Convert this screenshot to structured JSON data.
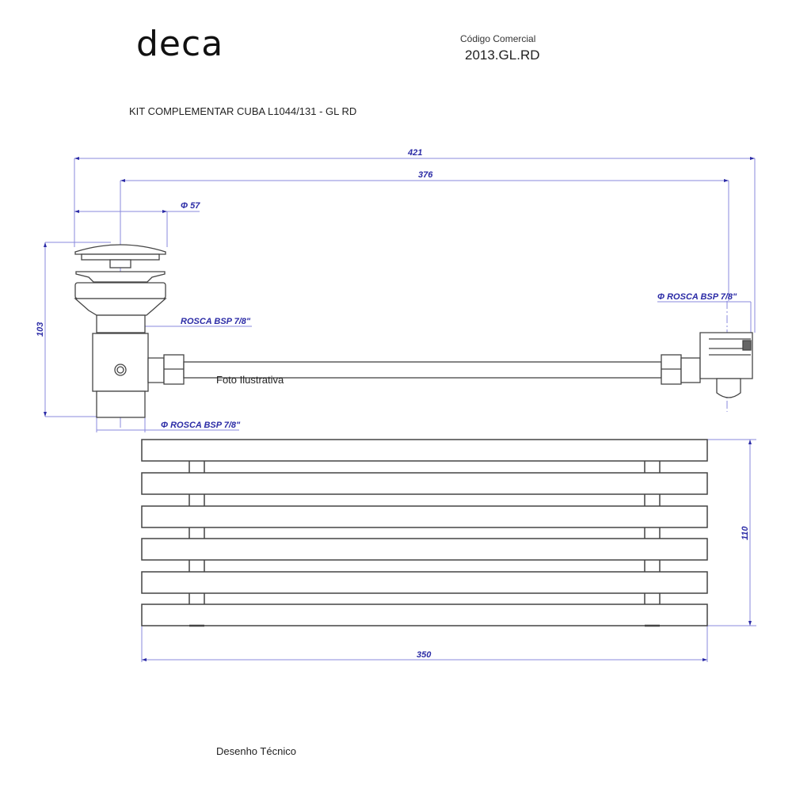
{
  "header": {
    "brand_logo": "DECA",
    "code_label": "Código Comercial",
    "code_value": "2013.GL.RD"
  },
  "product": {
    "title": "KIT COMPLEMENTAR CUBA L1044/131 - GL RD"
  },
  "drawing": {
    "dimensions": {
      "overall_length": "421",
      "pipe_length": "376",
      "drain_diameter": "Φ 57",
      "drain_height": "103",
      "thread_upper": "ROSCA BSP 7/8\"",
      "thread_lower": "Φ ROSCA BSP 7/8\"",
      "thread_right": "Φ ROSCA BSP 7/8\"",
      "rack_width": "350",
      "rack_height": "110"
    },
    "photo_caption": "Foto Ilustrativa",
    "drawing_caption": "Desenho Técnico"
  },
  "colors": {
    "dimension_line": "#7b7bd8",
    "dimension_text": "#2b2ba6",
    "outline": "#444444"
  }
}
